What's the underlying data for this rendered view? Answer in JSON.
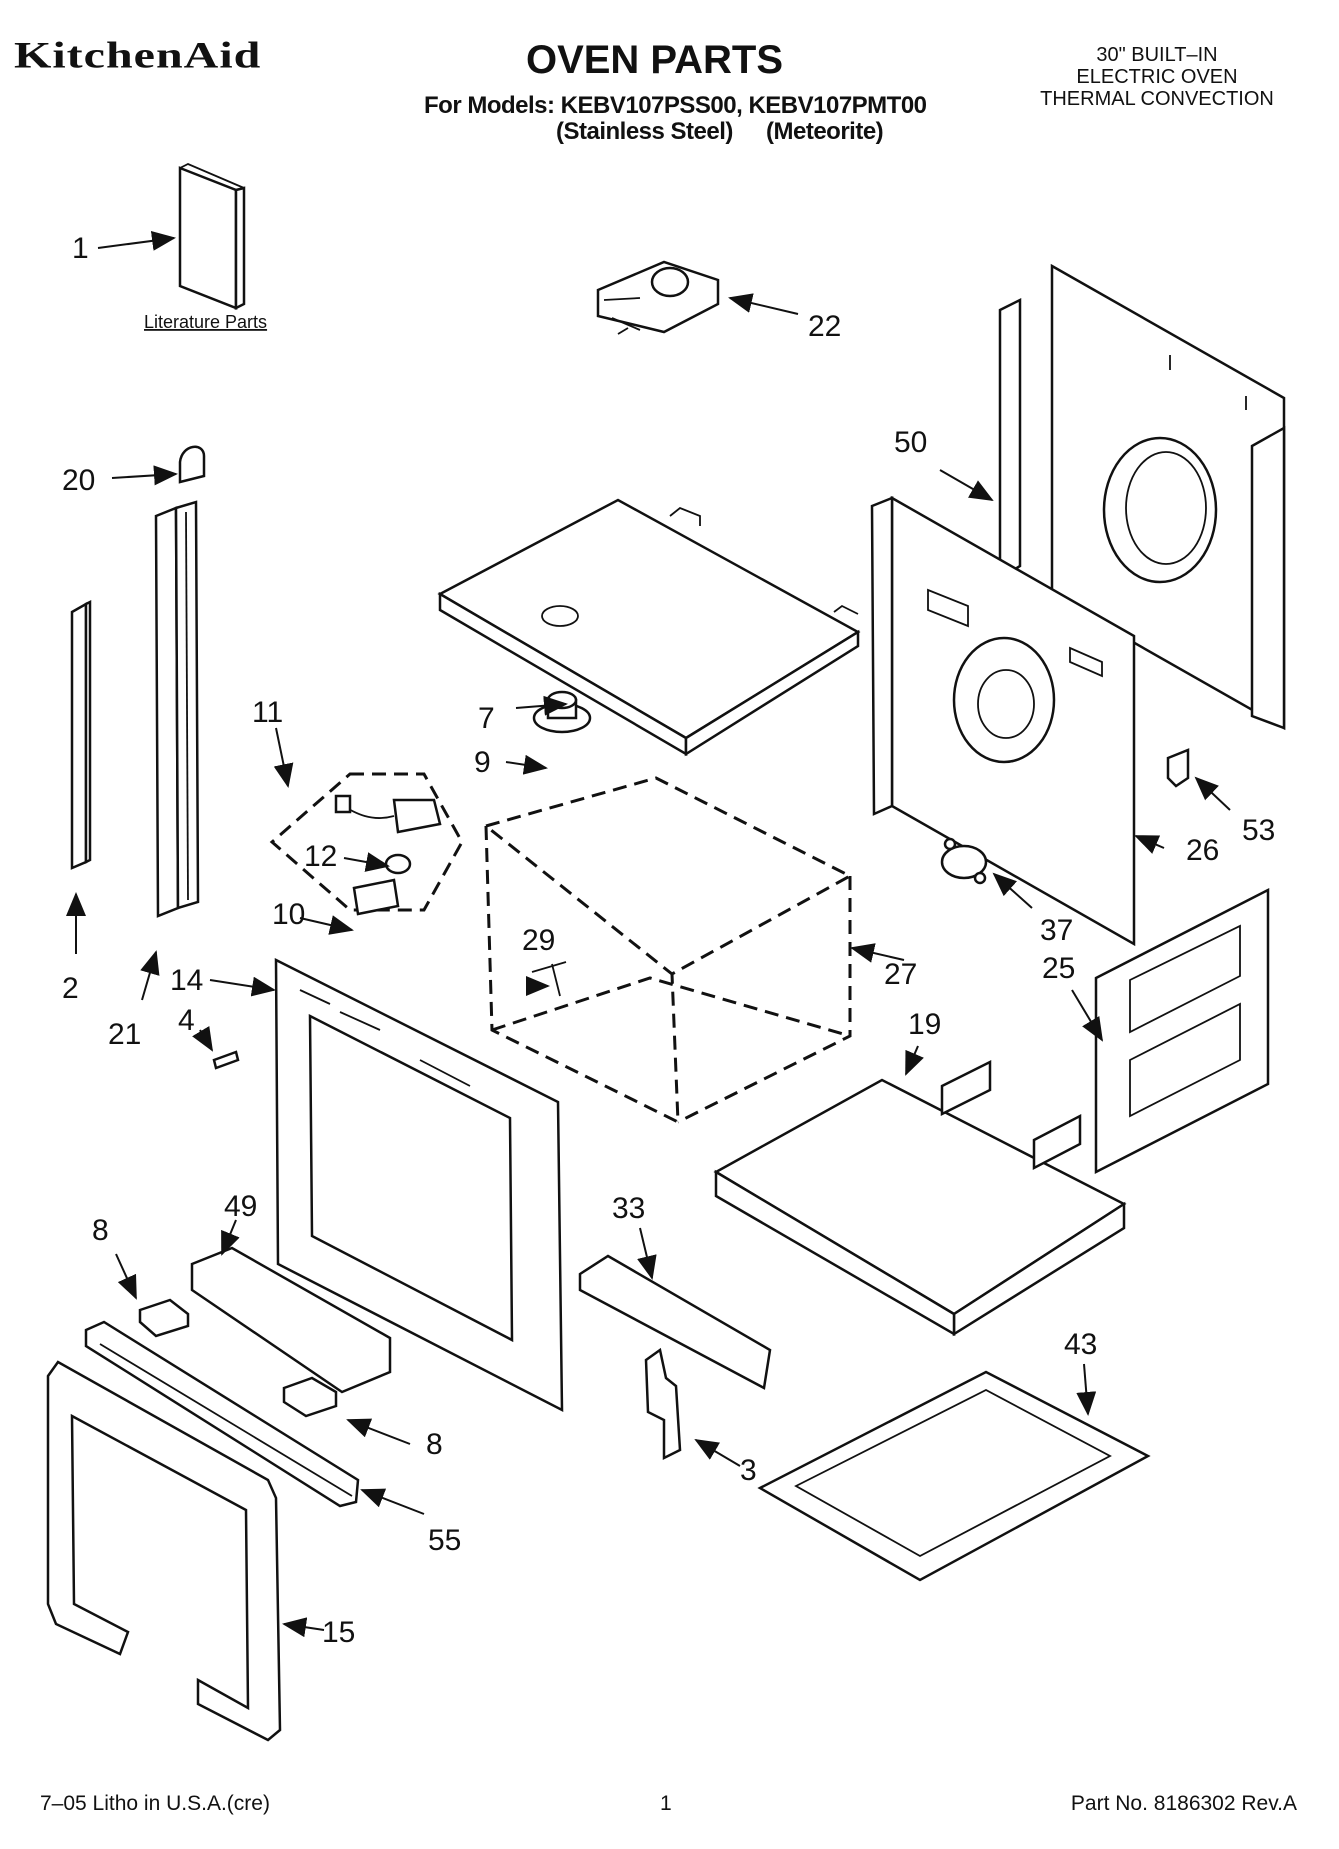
{
  "header": {
    "brand": "KitchenAid",
    "title": "OVEN PARTS",
    "models_line": "For Models: KEBV107PSS00, KEBV107PMT00",
    "finish_1": "(Stainless Steel)",
    "finish_2": "(Meteorite)",
    "product_line_1": "30\" BUILT–IN",
    "product_line_2": "ELECTRIC OVEN",
    "product_line_3": "THERMAL CONVECTION"
  },
  "literature_label": "Literature Parts",
  "callouts": [
    "1",
    "22",
    "50",
    "20",
    "7",
    "9",
    "11",
    "12",
    "10",
    "2",
    "21",
    "14",
    "4",
    "29",
    "27",
    "26",
    "53",
    "37",
    "25",
    "19",
    "49",
    "33",
    "8",
    "8",
    "43",
    "3",
    "55",
    "15"
  ],
  "footer": {
    "litho": "7–05 Litho in U.S.A.(cre)",
    "page": "1",
    "part_no": "Part No. 8186302 Rev.A"
  }
}
